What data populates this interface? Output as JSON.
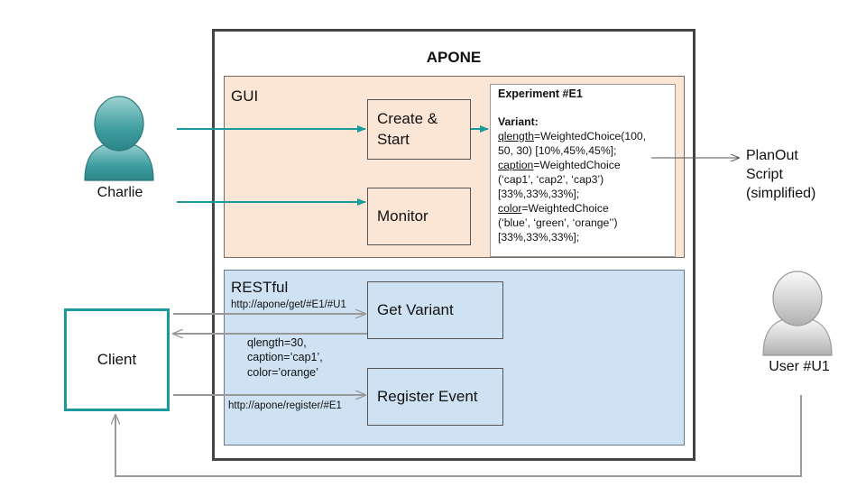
{
  "colors": {
    "gui_fill": "#fbe5d4",
    "restful_fill": "#cfe2f3",
    "teal": "#1a9a9a",
    "gray_arrow": "#999999",
    "actor_teal": "#2f9da0",
    "actor_gray": "#c8c8c8"
  },
  "apone": {
    "title": "APONE"
  },
  "gui": {
    "label": "GUI",
    "create_start_line1": "Create &",
    "create_start_line2": "Start",
    "monitor": "Monitor"
  },
  "script": {
    "title": "Experiment #E1",
    "variant_label": "Variant:",
    "qlength_key": "qlength",
    "qlength_rest": "=WeightedChoice(100,",
    "qlength_line2": "50, 30) [10%,45%,45%];",
    "caption_key": "caption",
    "caption_rest": "=WeightedChoice",
    "caption_line2": "(‘cap1’, ‘cap2’, ‘cap3’)",
    "caption_line3": "[33%,33%,33%];",
    "color_key": "color",
    "color_rest": "=WeightedChoice",
    "color_line2": "(‘blue’, ‘green’, ‘orange’’)",
    "color_line3": "[33%,33%,33%];"
  },
  "planout": {
    "line1": "PlanOut",
    "line2": "Script",
    "line3": "(simplified)"
  },
  "restful": {
    "label": "RESTful",
    "get_variant": "Get Variant",
    "register_event": "Register Event",
    "get_url": "http://apone/get/#E1/#U1",
    "register_url": "http://apone/register/#E1",
    "response_line1": "qlength=30,",
    "response_line2": "caption=’cap1’,",
    "response_line3": "color=’orange’"
  },
  "actors": {
    "charlie": {
      "label": "Charlie",
      "icon": "person-icon"
    },
    "user": {
      "label": "User #U1",
      "icon": "person-icon"
    }
  },
  "client": {
    "label": "Client"
  }
}
